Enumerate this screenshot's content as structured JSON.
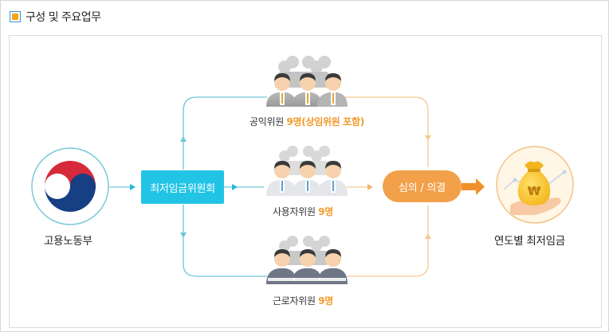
{
  "header": {
    "title": "구성 및 주요업무"
  },
  "nodes": {
    "ministry": "고용노동부",
    "commission": "최저임금위원회",
    "deliberation": "심의 / 의결",
    "result": "연도별 최저임금"
  },
  "members": {
    "public": {
      "label": "공익위원 ",
      "highlight": "9명(상임위원 포함)"
    },
    "employer": {
      "label": "사용자위원 ",
      "highlight": "9명"
    },
    "worker": {
      "label": "근로자위원 ",
      "highlight": "9명"
    }
  },
  "icons": {
    "currency_symbol": "₩"
  },
  "colors": {
    "blue": "#22c4e6",
    "orange": "#f2a04a",
    "blue_line": "#6ec6d8",
    "orange_line": "#f5c98f"
  }
}
